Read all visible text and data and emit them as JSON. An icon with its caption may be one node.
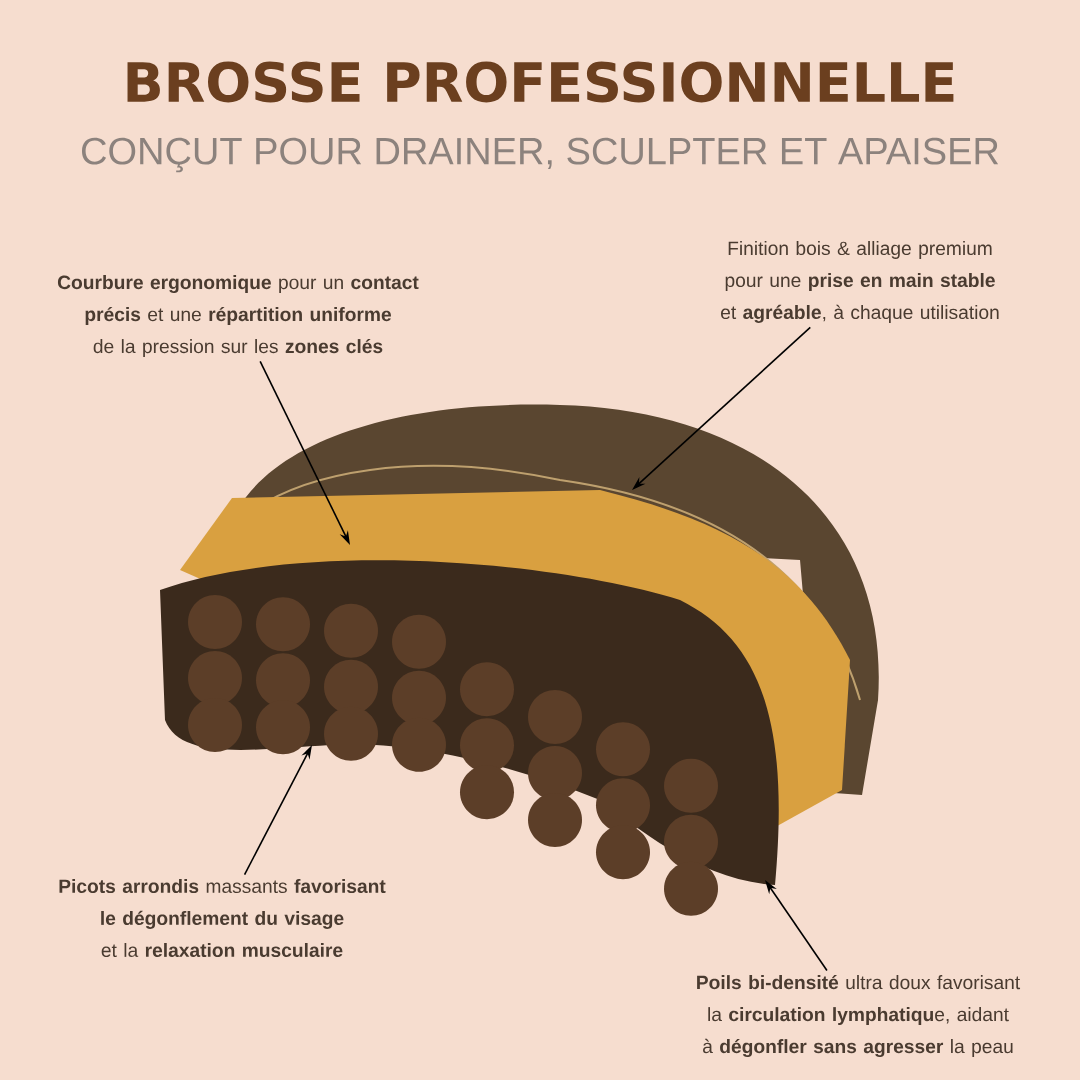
{
  "diagram": {
    "title": "BROSSE PROFESSIONNELLE",
    "nodes": [
      {
        "text": [
          "**Courbure ergonomique** pour un **contact précis** et une **répartition uniforme** de la pression sur les **zones clés**"
        ]
      },
      {
        "text": [
          "Finition bois & alliage premium pour une **prise en main stable** et **agréable**, à chaque utilisation"
        ]
      },
      {
        "text": [
          "**Picots arrondis** massants **favorisant le dégonflement du visage** et la **relaxation musculaire**"
        ]
      },
      {
        "text": [
          "**Poils bi-densité** ultra doux favorisant la **circulation lymphatiqu**e, aidant à **dégonfler sans agresser** la peau"
        ]
      }
    ],
    "edges": [
      {
        "from": 0,
        "to": null,
        "arrow": "to"
      },
      {
        "from": 1,
        "to": null,
        "arrow": "to"
      },
      {
        "from": 2,
        "to": null,
        "arrow": "to"
      },
      {
        "from": 3,
        "to": null,
        "arrow": "to"
      }
    ],
    "labels": [
      "CONÇUT POUR DRAINER, SCULPTER ET APAISER"
    ]
  }
}
